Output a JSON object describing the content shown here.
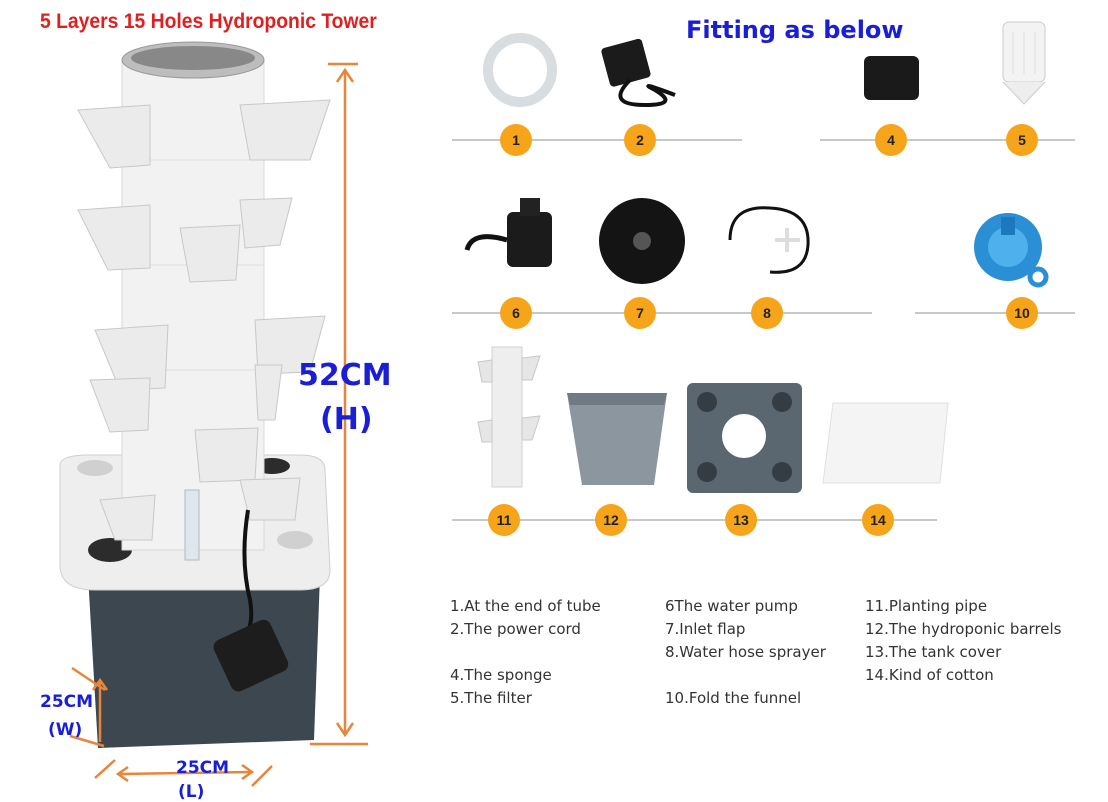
{
  "title": "5 Layers 15 Holes Hydroponic Tower",
  "fitting_heading": "Fitting as below",
  "dimensions": {
    "height_value": "52CM",
    "height_unit": "(H)",
    "width_value": "25CM",
    "width_unit": "(W)",
    "length_value": "25CM",
    "length_unit": "(L)"
  },
  "badges": [
    "1",
    "2",
    "4",
    "5",
    "6",
    "7",
    "8",
    "10",
    "11",
    "12",
    "13",
    "14"
  ],
  "legend": {
    "col1": [
      "1.At the end of tube",
      "2.The power cord",
      "",
      "4.The sponge",
      "5.The filter"
    ],
    "col2": [
      "6The water pump",
      "7.Inlet flap",
      "8.Water hose sprayer",
      "",
      "10.Fold the funnel"
    ],
    "col3": [
      "11.Planting pipe",
      "12.The hydroponic barrels",
      "13.The tank cover",
      "14.Kind of cotton",
      ""
    ]
  },
  "colors": {
    "title": "#e02020",
    "blue_text": "#1a1fd6",
    "badge": "#f6a51a",
    "arrow": "#e8853a"
  }
}
